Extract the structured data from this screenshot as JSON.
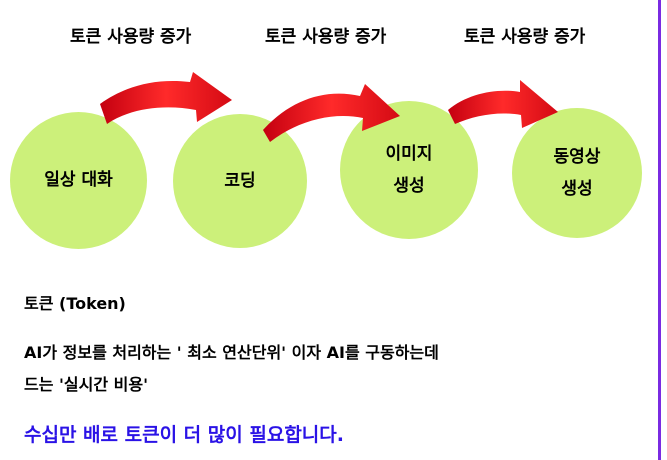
{
  "top_labels": [
    "토큰 사용량 증가",
    "토큰 사용량 증가",
    "토큰 사용량 증가"
  ],
  "steps": [
    {
      "lines": [
        "일상 대화"
      ]
    },
    {
      "lines": [
        "코딩"
      ]
    },
    {
      "lines": [
        "이미지",
        "생성"
      ]
    },
    {
      "lines": [
        "동영상",
        "생성"
      ]
    }
  ],
  "token_title": "토큰 (Token)",
  "definition": {
    "line1": "AI가 정보를 처리하는 ' 최소 연산단위' 이자 AI를 구동하는데",
    "line2": "드는 '실시간 비용'"
  },
  "conclusion": "수십만 배로 토큰이 더 많이 필요합니다.",
  "colors": {
    "circle": "#ccf07a",
    "arrow": "#e8141e",
    "conclusion": "#2a12e6",
    "frame": "#7a2be2"
  }
}
